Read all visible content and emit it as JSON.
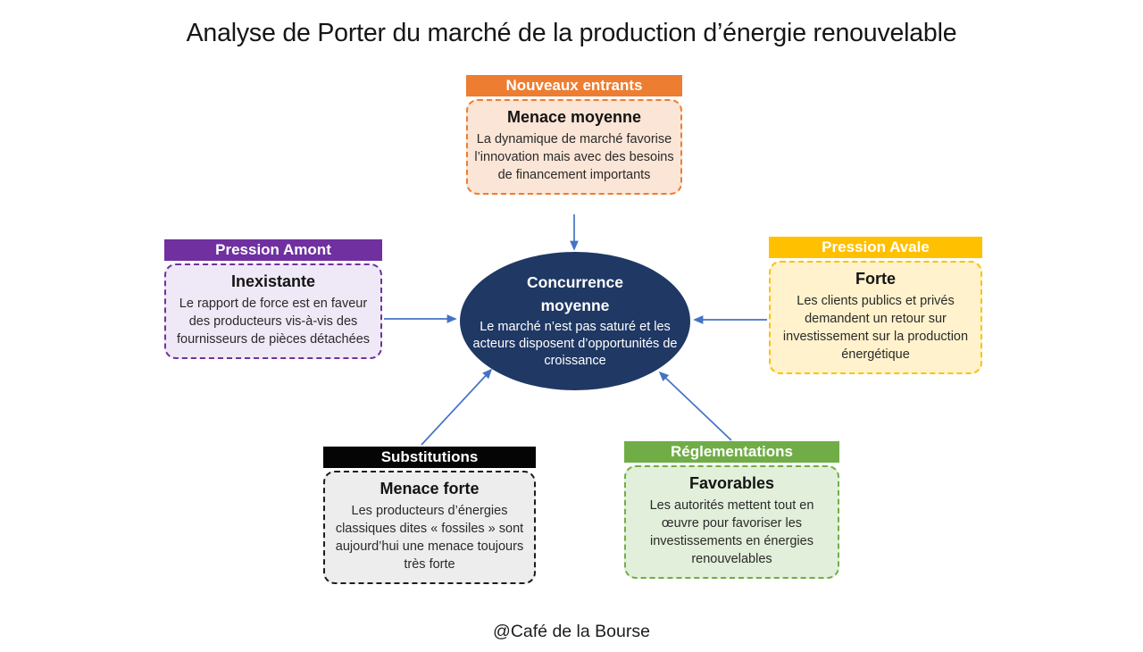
{
  "title": "Analyse de Porter du marché de la production d’énergie renouvelable",
  "center": {
    "title": "Concurrence moyenne",
    "description": "Le marché n’est pas saturé et les acteurs disposent d’opportunités de croissance",
    "fill_color": "#1F3864",
    "text_color": "#FFFFFF"
  },
  "forces": {
    "nouveaux_entrants": {
      "header": "Nouveaux entrants",
      "level": "Menace moyenne",
      "description": "La dynamique de marché favorise l’innovation mais avec des besoins de financement importants",
      "colors": {
        "header_bg": "#ED7D31",
        "box_bg": "#FBE5D6",
        "border": "#ED7D31"
      }
    },
    "pression_amont": {
      "header": "Pression Amont",
      "level": "Inexistante",
      "description": "Le rapport de force est en faveur des producteurs vis-à-vis des fournisseurs de pièces détachées",
      "colors": {
        "header_bg": "#7030A0",
        "box_bg": "#EFE8F6",
        "border": "#7030A0"
      }
    },
    "pression_avale": {
      "header": "Pression Avale",
      "level": "Forte",
      "description": "Les clients publics et privés demandent un retour sur investissement sur la production énergétique",
      "colors": {
        "header_bg": "#FFC000",
        "box_bg": "#FFF2CC",
        "border": "#FFC000"
      }
    },
    "substitutions": {
      "header": "Substitutions",
      "level": "Menace forte",
      "description": "Les producteurs d’énergies classiques dites « fossiles » sont aujourd’hui une menace toujours très forte",
      "colors": {
        "header_bg": "#050505",
        "box_bg": "#EDEDED",
        "border": "#1d1d1d"
      }
    },
    "reglementations": {
      "header": "Réglementations",
      "level": "Favorables",
      "description": "Les autorités mettent tout en œuvre pour favoriser les investissements en énergies renouvelables",
      "colors": {
        "header_bg": "#70AD47",
        "box_bg": "#E2EFDA",
        "border": "#70AD47"
      }
    }
  },
  "attribution": "@Café de la Bourse",
  "theme": {
    "background": "#FFFFFF",
    "arrow_color": "#4472C4"
  }
}
